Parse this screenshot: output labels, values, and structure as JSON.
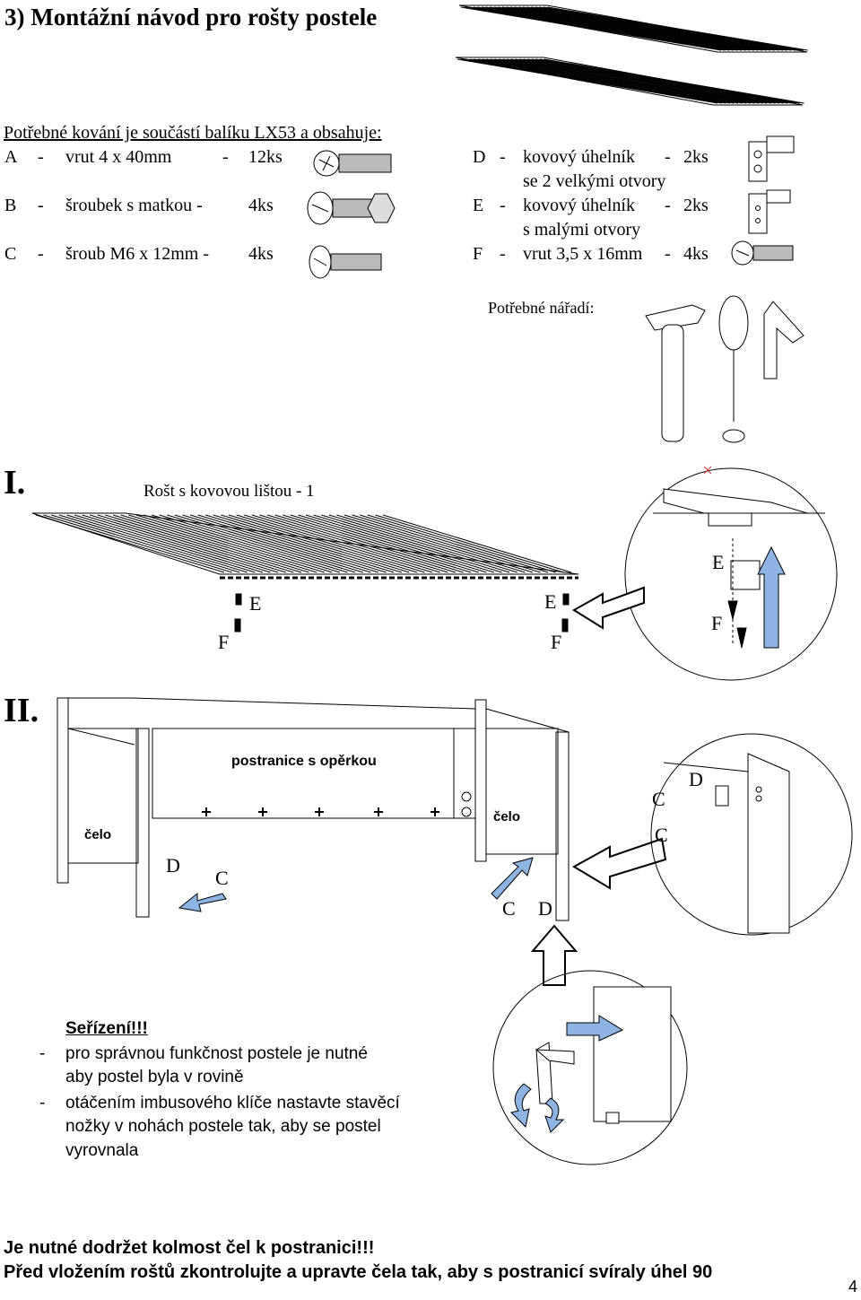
{
  "heading": "3) Montážní návod pro rošty postele",
  "intro": "Potřebné kování je součástí balíku LX53 a obsahuje:",
  "parts_left": [
    {
      "letter": "A",
      "dash": "-",
      "desc": "vrut 4 x 40mm",
      "dash2": "-",
      "qty": "12ks"
    },
    {
      "letter": "B",
      "dash": "-",
      "desc": "šroubek s matkou -",
      "dash2": "",
      "qty": "4ks"
    },
    {
      "letter": "C",
      "dash": "-",
      "desc": "šroub M6 x 12mm -",
      "dash2": "",
      "qty": "4ks"
    }
  ],
  "parts_right": [
    {
      "letter": "D",
      "dash": "-",
      "desc": "kovový úhelník",
      "dash2": "-",
      "qty": "2ks",
      "sub": "se 2 velkými otvory"
    },
    {
      "letter": "E",
      "dash": "-",
      "desc": "kovový úhelník",
      "dash2": "-",
      "qty": "2ks",
      "sub": "s malými otvory"
    },
    {
      "letter": "F",
      "dash": "-",
      "desc": "vrut 3,5 x 16mm",
      "dash2": "-",
      "qty": "4ks",
      "sub": ""
    }
  ],
  "tools_label": "Potřebné nářadí:",
  "step1": {
    "numeral": "I.",
    "caption": "Rošt s kovovou lištou - 1",
    "labels": [
      "E",
      "F",
      "E",
      "F",
      "E",
      "F"
    ]
  },
  "step2": {
    "numeral": "II.",
    "side_label": "postranice s opěrkou",
    "end_label_1": "čelo",
    "end_label_2": "čelo",
    "labels": [
      "D",
      "C",
      "C",
      "D",
      "C",
      "D",
      "C"
    ]
  },
  "adjust": {
    "title": "Seřízení!!!",
    "items": [
      {
        "dash": "-",
        "line1": "pro správnou funkčnost postele je nutné",
        "line2": "aby postel byla v rovině"
      },
      {
        "dash": "-",
        "line1": "otáčením imbusového klíče nastavte stavěcí",
        "line2": "nožky v nohách postele tak, aby se postel",
        "line3": "vyrovnala"
      }
    ]
  },
  "footer_1": "Je nutné dodržet kolmost čel k postranici!!!",
  "footer_2": "Před vložením roštů zkontrolujte a upravte čela tak, aby s postranicí svíraly úhel 90",
  "page_number": "4",
  "colors": {
    "arrow": "#8db4e2",
    "text": "#000000",
    "line": "#000000"
  }
}
